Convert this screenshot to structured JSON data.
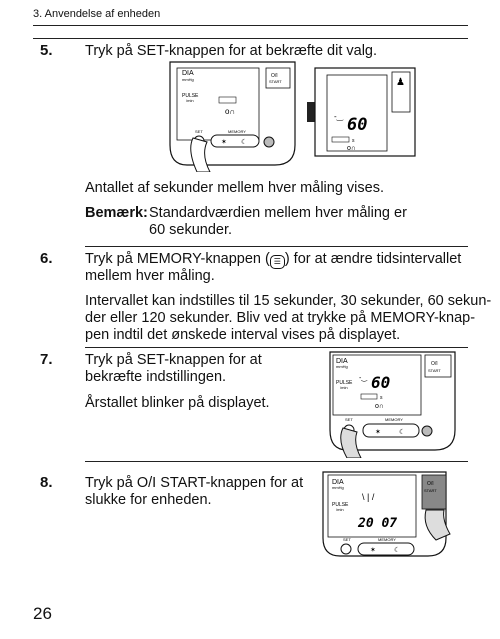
{
  "header": {
    "section": "3. Anvendelse af enheden"
  },
  "page_number": "26",
  "steps": [
    {
      "number": "5.",
      "text": "Tryk på SET-knappen for at bekræfte dit valg."
    },
    {
      "number": "6.",
      "text_before": "Tryk på MEMORY-knappen (",
      "text_after": ") for at ændre tidsintervallet",
      "line2": "mellem hver måling."
    },
    {
      "number": "7.",
      "line1": "Tryk på SET-knappen for at",
      "line2": "bekræfte indstillingen."
    },
    {
      "number": "8.",
      "line1": "Tryk på O/I START-knappen for at",
      "line2": "slukke for enheden."
    }
  ],
  "notes": {
    "step5_info": "Antallet af sekunder mellem hver måling vises.",
    "remark_label": "Bemærk:",
    "remark_line1": "Standardværdien mellem hver måling er",
    "remark_line2": "60 sekunder.",
    "step6_p1": "Intervallet kan indstilles til 15 sekunder, 30 sekunder, 60 sekun-",
    "step6_p2": "der eller 120 sekunder. Bliv ved at trykke på MEMORY-knap-",
    "step6_p3": "pen indtil det ønskede interval vises på displayet.",
    "step7_info": "Årstallet blinker på displayet."
  },
  "device": {
    "dia": "DIA",
    "mmhg": "mmHg",
    "pulse": "PULSE",
    "per_min": "/min",
    "set": "SET",
    "memory": "MEMORY",
    "oi": "O/I",
    "start": "START",
    "interval_value": "60",
    "seconds_unit": "s",
    "year_value": "20 07"
  }
}
